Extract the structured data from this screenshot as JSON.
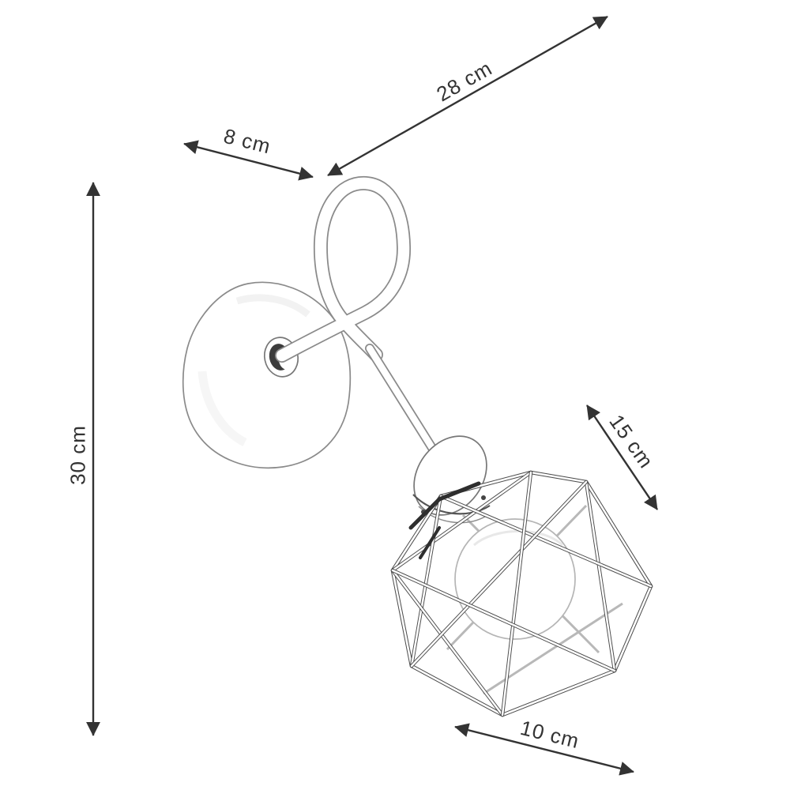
{
  "dimensions": {
    "arm": {
      "label": "28 cm"
    },
    "plate": {
      "label": "8 cm"
    },
    "height": {
      "label": "30 cm"
    },
    "shade_depth": {
      "label": "15 cm"
    },
    "shade_width": {
      "label": "10 cm"
    }
  },
  "colors": {
    "annotation": "#333333",
    "drawing_outline": "#8a8a8a",
    "cage_wire": "#4a4a4a",
    "background": "#ffffff"
  }
}
